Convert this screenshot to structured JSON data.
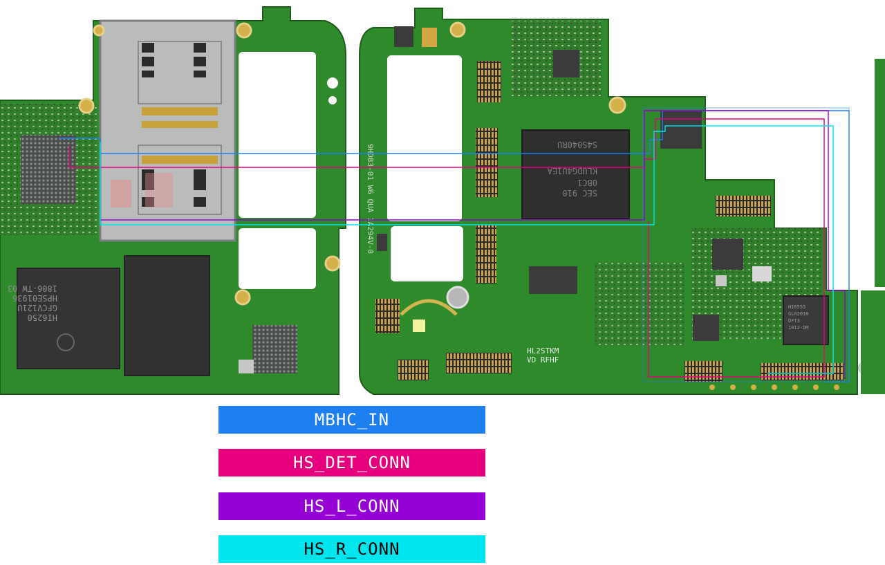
{
  "board": {
    "silkscreen_left_vertical": "9HD83-01 W6 QUA 1A294V-0",
    "silkscreen_label": [
      "HL2STKM",
      "VD RFHF"
    ],
    "chips": {
      "cpu_lines": [
        "HI6250",
        "GFCV121U",
        "HPSE01936",
        "1806-TW   03"
      ],
      "ufs_lines": [
        "SEC 910",
        "0BC1",
        "KLUDG4U1EA",
        "S4S040RU"
      ],
      "pmic_lines": [
        "HI6555",
        "GL02010",
        "DFT3",
        "1012-DM"
      ]
    },
    "traces": [
      {
        "net": "MBHC_IN",
        "color": "#1e7ff0"
      },
      {
        "net": "HS_DET_CONN",
        "color": "#e6007e"
      },
      {
        "net": "HS_L_CONN",
        "color": "#9400d3"
      },
      {
        "net": "HS_R_CONN",
        "color": "#00e5ee"
      }
    ]
  },
  "legend": [
    {
      "label": "MBHC_IN",
      "bg": "#1e7ff0",
      "fg": "#ffffff"
    },
    {
      "label": "HS_DET_CONN",
      "bg": "#e6007e",
      "fg": "#ffffff"
    },
    {
      "label": "HS_L_CONN",
      "bg": "#9400d3",
      "fg": "#ffffff"
    },
    {
      "label": "HS_R_CONN",
      "bg": "#00e5ee",
      "fg": "#000000"
    }
  ]
}
